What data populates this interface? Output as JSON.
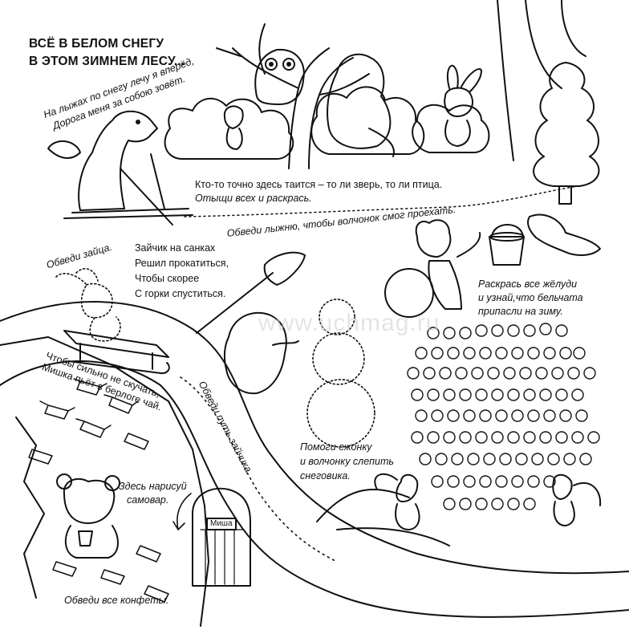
{
  "title": {
    "line1": "ВСЁ В БЕЛОМ СНЕГУ",
    "line2": "В ЭТОМ ЗИМНЕМ ЛЕСУ..."
  },
  "ski_poem": {
    "line1": "На лыжах по снегу лечу я вперёд,",
    "line2": "Дорога меня за собою зовёт."
  },
  "hidden_task": {
    "line1": "Кто-то точно здесь таится – то ли зверь, то ли птица.",
    "line2": "Отыщи всех и раскрась."
  },
  "ski_task": "Обведи лыжню, чтобы волчонок смог проехать.",
  "hare_task": "Обведи зайца.",
  "sled_poem": {
    "line1": "Зайчик на санках",
    "line2": "Решил прокатиться,",
    "line3": "Чтобы скорее",
    "line4": "С горки спуститься."
  },
  "acorn_task": {
    "line1": "Раскрась все жёлуди",
    "line2": "и узнай,что бельчата",
    "line3": "припасли на зиму."
  },
  "bear_poem": {
    "line1": "Чтобы сильно не скучать,",
    "line2": "Мишка пьёт в берлоге чай."
  },
  "path_task": "Обведи путь зайчика.",
  "snowman_task": {
    "line1": "Помоги ежонку",
    "line2": "и волчонку слепить",
    "line3": "снеговика."
  },
  "samovar_task": {
    "line1": "Здесь нарисуй",
    "line2": "самовар."
  },
  "door_sign": "Миша",
  "candy_task": "Обведи все конфеты.",
  "watermark": "www.uchmag.ru",
  "colors": {
    "ink": "#111111",
    "paper": "#ffffff",
    "watermark": "#cfcfcf"
  }
}
